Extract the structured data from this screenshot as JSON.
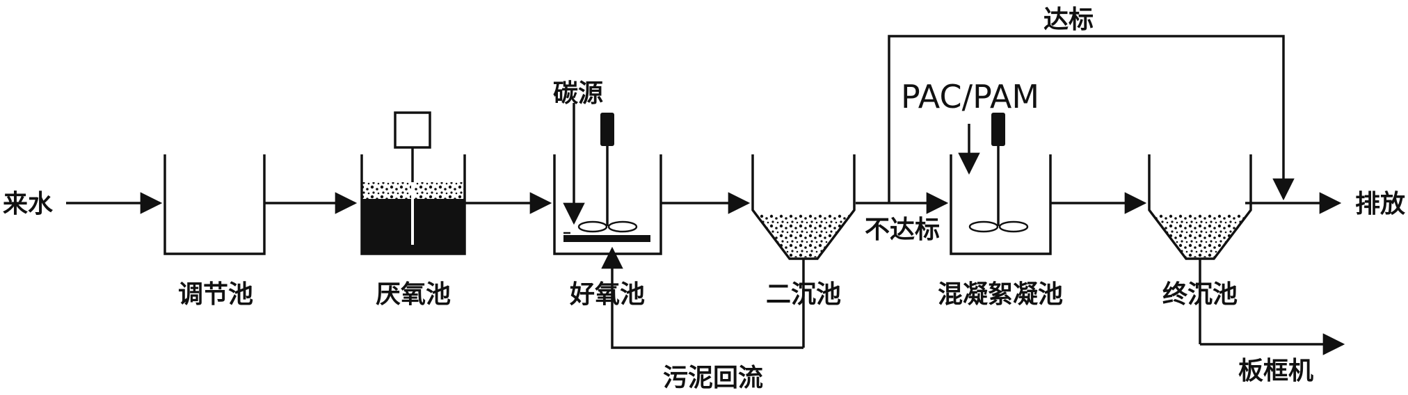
{
  "labels": {
    "inlet": "来水",
    "outlet": "排放",
    "pac_pam": "PAC/PAM",
    "carbon_dose": "碳源",
    "pass": "达标",
    "fail": "不达标",
    "sludge_return": "污泥回流",
    "filter_press": "板框机"
  },
  "units": [
    {
      "label": "调节池"
    },
    {
      "label": "厌氧池"
    },
    {
      "label": "好氧池"
    },
    {
      "label": "二沉池"
    },
    {
      "label": "混凝絮凝池"
    },
    {
      "label": "终沉池"
    }
  ],
  "colors": {
    "ink": "#111111",
    "background": "#ffffff"
  }
}
